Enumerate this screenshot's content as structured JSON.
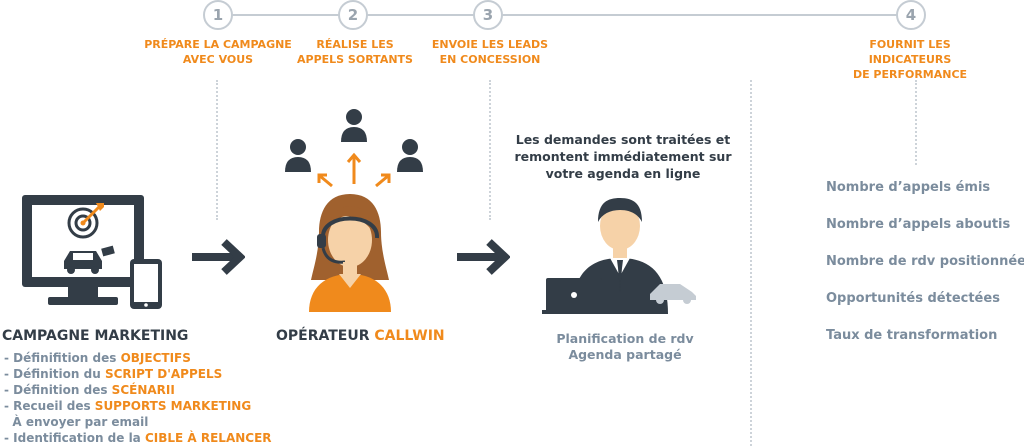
{
  "steps": [
    {
      "number": "1",
      "label_line1": "PRÉPARE LA CAMPAGNE",
      "label_line2": "AVEC VOUS"
    },
    {
      "number": "2",
      "label_line1": "RÉALISE LES",
      "label_line2": "APPELS SORTANTS"
    },
    {
      "number": "3",
      "label_line1": "ENVOIE LES LEADS",
      "label_line2": "EN CONCESSION"
    },
    {
      "number": "4",
      "label_line1": "FOURNIT LES INDICATEURS",
      "label_line2": "DE PERFORMANCE"
    }
  ],
  "campaign": {
    "title": "CAMPAGNE MARKETING",
    "lines": [
      {
        "prefix": "- Définifition des ",
        "highlight": "OBJECTIFS"
      },
      {
        "prefix": "- Définition du ",
        "highlight": "SCRIPT D'APPELS"
      },
      {
        "prefix": "- Définition des ",
        "highlight": "SCÉNARII"
      },
      {
        "prefix": "- Recueil des ",
        "highlight": "SUPPORTS MARKETING"
      },
      {
        "prefix": "  À envoyer par email",
        "highlight": ""
      },
      {
        "prefix": "- Identification de la ",
        "highlight": "CIBLE À RELANCER"
      }
    ]
  },
  "operator": {
    "title_prefix": "OPÉRATEUR ",
    "title_brand": "CALLWIN"
  },
  "leads": {
    "caption_line1": "Les demandes sont traitées et",
    "caption_line2": "remontent immédiatement sur",
    "caption_line3": "votre agenda en ligne",
    "bottom_line1": "Planification de rdv",
    "bottom_line2": "Agenda partagé"
  },
  "kpis": [
    "Nombre d’appels émis",
    "Nombre d’appels aboutis",
    "Nombre de rdv positionnées",
    "Opportunités détectées",
    "Taux de transformation"
  ],
  "colors": {
    "accent": "#f08a1c",
    "dark": "#333d47",
    "muted": "#7b8c9d",
    "line": "#c5ccd3"
  }
}
